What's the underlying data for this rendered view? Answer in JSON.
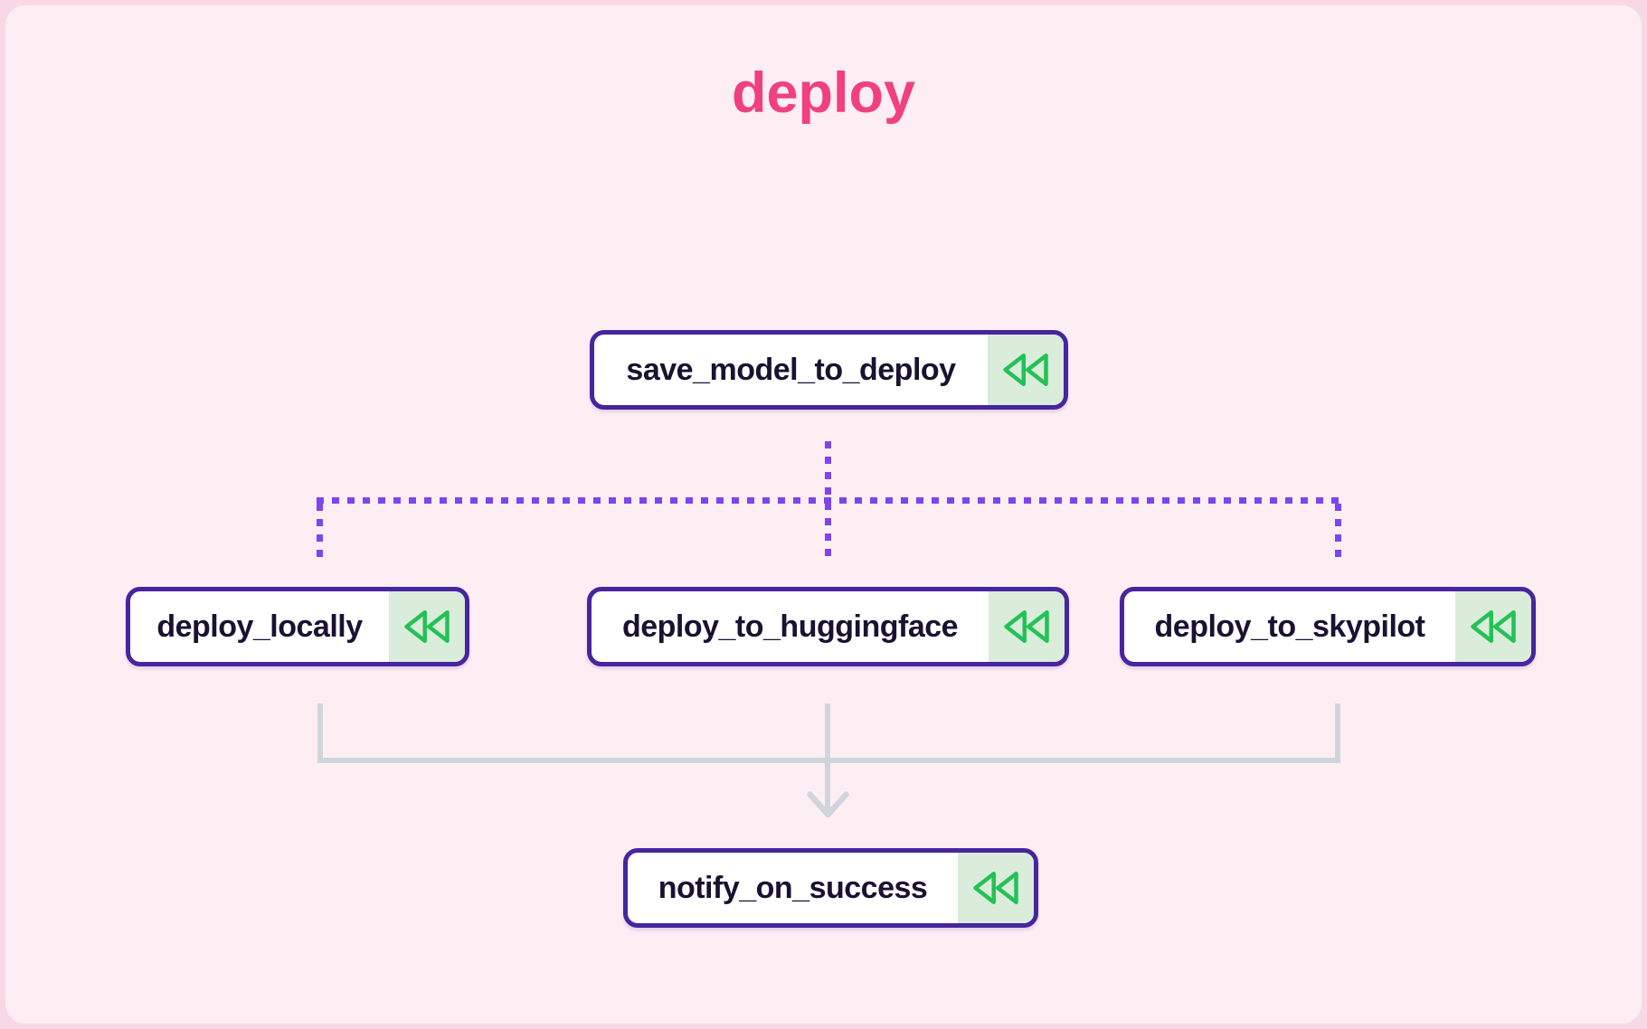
{
  "title": "deploy",
  "colors": {
    "page-bg": "#f8d8e4",
    "panel-bg": "#fdeef4",
    "title-color": "#f0407e",
    "node-border": "#46259f",
    "node-bg": "#ffffff",
    "node-text": "#191231",
    "icon-bg": "#d9edda",
    "icon-stroke": "#24c157",
    "dotted-line": "#7d44ef",
    "solid-line": "#d0d5db"
  },
  "nodes": [
    {
      "id": "save_model_to_deploy",
      "label": "save_model_to_deploy",
      "icon": "rewind-icon"
    },
    {
      "id": "deploy_locally",
      "label": "deploy_locally",
      "icon": "rewind-icon"
    },
    {
      "id": "deploy_to_huggingface",
      "label": "deploy_to_huggingface",
      "icon": "rewind-icon"
    },
    {
      "id": "deploy_to_skypilot",
      "label": "deploy_to_skypilot",
      "icon": "rewind-icon"
    },
    {
      "id": "notify_on_success",
      "label": "notify_on_success",
      "icon": "rewind-icon"
    }
  ],
  "edges": [
    {
      "from": "save_model_to_deploy",
      "to": "deploy_locally",
      "style": "dotted"
    },
    {
      "from": "save_model_to_deploy",
      "to": "deploy_to_huggingface",
      "style": "dotted"
    },
    {
      "from": "save_model_to_deploy",
      "to": "deploy_to_skypilot",
      "style": "dotted"
    },
    {
      "from": "deploy_locally",
      "to": "notify_on_success",
      "style": "solid-arrow"
    },
    {
      "from": "deploy_to_huggingface",
      "to": "notify_on_success",
      "style": "solid-arrow"
    },
    {
      "from": "deploy_to_skypilot",
      "to": "notify_on_success",
      "style": "solid-arrow"
    }
  ]
}
